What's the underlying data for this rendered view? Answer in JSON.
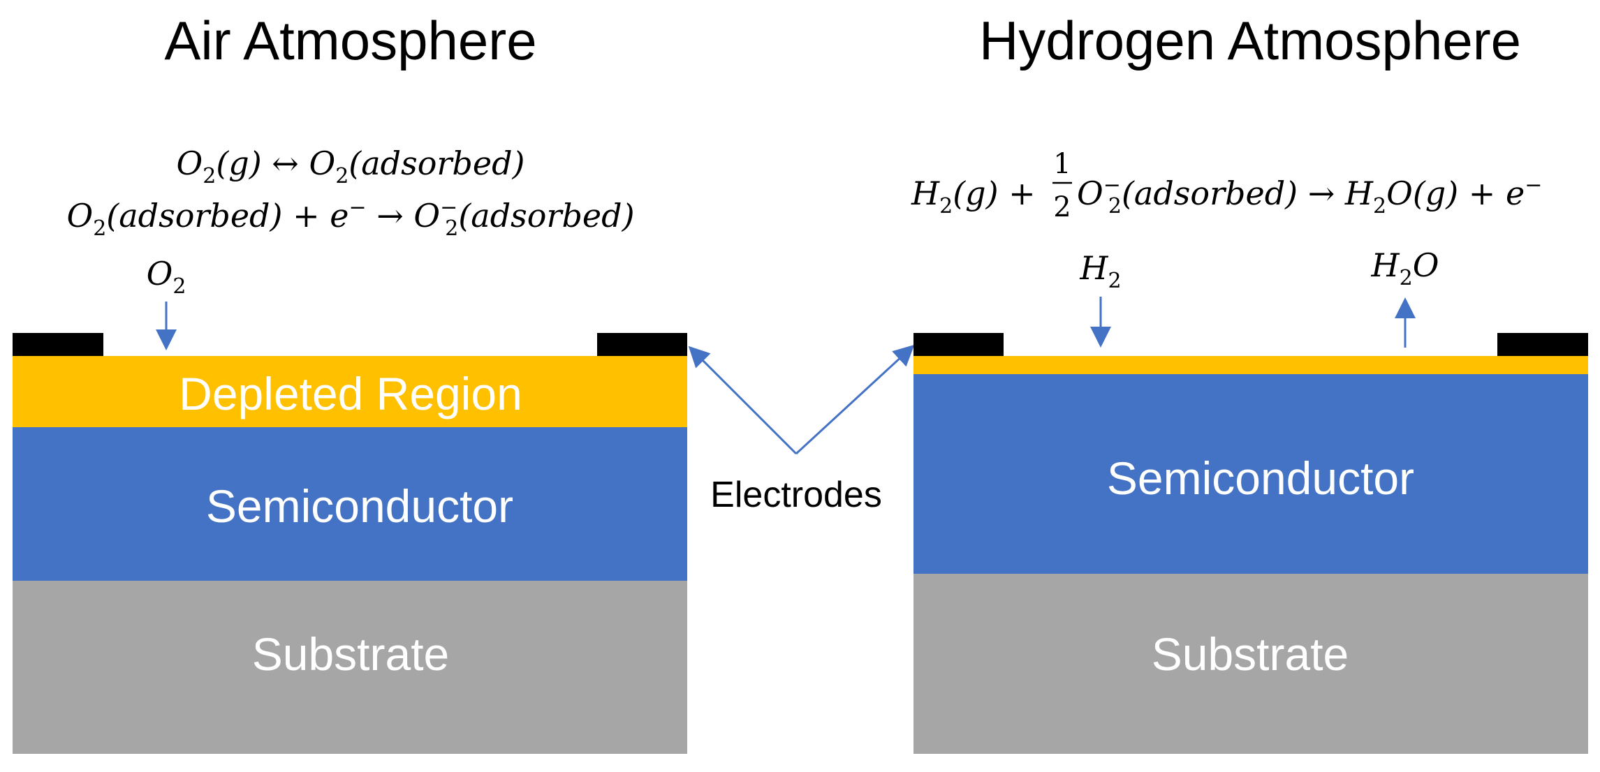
{
  "diagram": {
    "colors": {
      "depleted": "#ffc000",
      "semiconductor": "#4472c4",
      "substrate": "#a6a6a6",
      "electrode": "#000000",
      "arrow": "#4472c4"
    },
    "left": {
      "title": "Air Atmosphere",
      "eq1": {
        "a": "O",
        "a_sub": "2",
        "a_rest": "(g) ↔ ",
        "b": "O",
        "b_sub": "2",
        "b_rest": "(adsorbed)"
      },
      "eq2": {
        "a": "O",
        "a_sub": "2",
        "a_rest": "(adsorbed) + e",
        "a_sup": "−",
        "arrow": " → ",
        "b": "O",
        "b_sub": "2",
        "b_sup": "−",
        "b_rest": "(adsorbed)"
      },
      "gas": {
        "base": "O",
        "sub": "2"
      },
      "depleted_label": "Depleted Region",
      "semiconductor_label": "Semiconductor",
      "substrate_label": "Substrate"
    },
    "right": {
      "title": "Hydrogen Atmosphere",
      "eq": {
        "a": "H",
        "a_sub": "2",
        "a_rest": "(g) + ",
        "frac_num": "1",
        "frac_den": "2",
        "b": "O",
        "b_sub": "2",
        "b_sup": "−",
        "b_rest": "(adsorbed) → H",
        "c_sub": "2",
        "c_rest": "O(g) + e",
        "c_sup": "−"
      },
      "gas_in": {
        "base": "H",
        "sub": "2"
      },
      "gas_out": {
        "base": "H",
        "sub": "2",
        "rest": "O"
      },
      "semiconductor_label": "Semiconductor",
      "substrate_label": "Substrate"
    },
    "electrodes_label": "Electrodes"
  }
}
